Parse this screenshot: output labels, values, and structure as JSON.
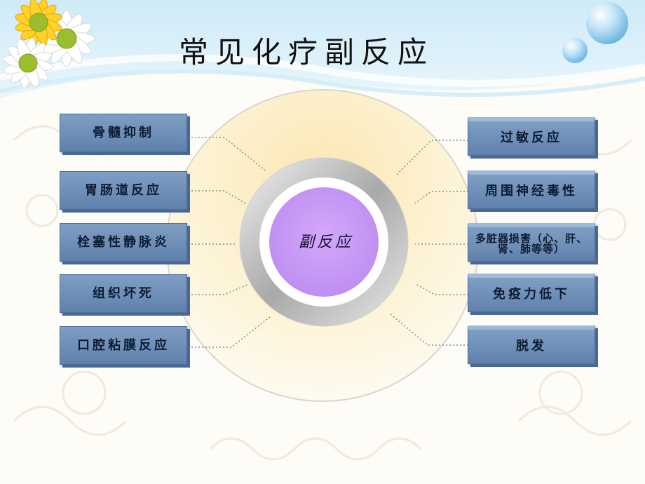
{
  "title": "常见化疗副反应",
  "center": "副反应",
  "left_items": [
    "骨髓抑制",
    "胃肠道反应",
    "栓塞性静脉炎",
    "组织坏死",
    "口腔粘膜反应"
  ],
  "right_items": [
    "过敏反应",
    "周围神经毒性",
    "多脏器损害（心、肝、肾、肺等等）",
    "免疫力低下",
    "脱发"
  ],
  "colors": {
    "box_fill": "#6d8db6",
    "center_fill": "#c89af5",
    "ring": "#b9b9b9",
    "outer_disc": "#fbeec0"
  },
  "icons": [
    "daisy-flower-icon",
    "bubble-icon"
  ]
}
